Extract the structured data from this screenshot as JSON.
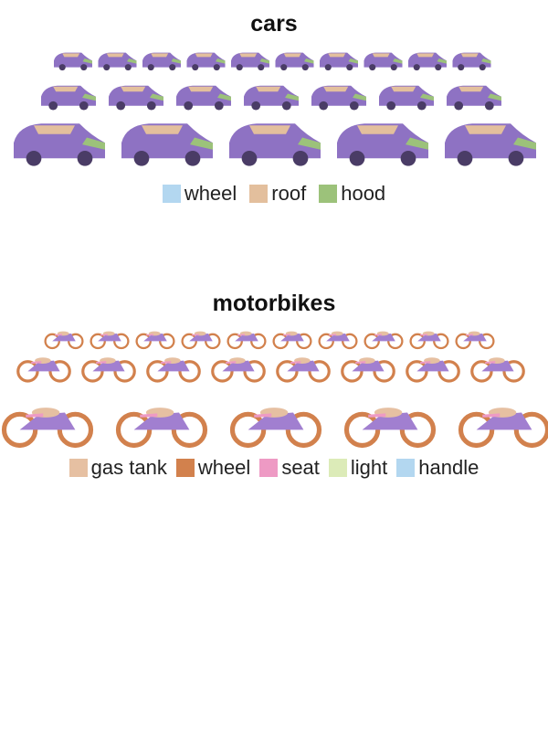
{
  "cars": {
    "title": "cars",
    "legend": [
      {
        "label": "wheel",
        "color": "#b3d7f0"
      },
      {
        "label": "roof",
        "color": "#e3bf9d"
      },
      {
        "label": "hood",
        "color": "#9cc27a"
      }
    ],
    "body_color": "#8e72c3"
  },
  "motorbikes": {
    "title": "motorbikes",
    "legend": [
      {
        "label": "gas tank",
        "color": "#e6c0a2"
      },
      {
        "label": "wheel",
        "color": "#d2814d"
      },
      {
        "label": "seat",
        "color": "#ee9ac4"
      },
      {
        "label": "light",
        "color": "#dcebb8"
      },
      {
        "label": "handle",
        "color": "#b3d7f0"
      }
    ],
    "body_color": "#a17fd0"
  }
}
